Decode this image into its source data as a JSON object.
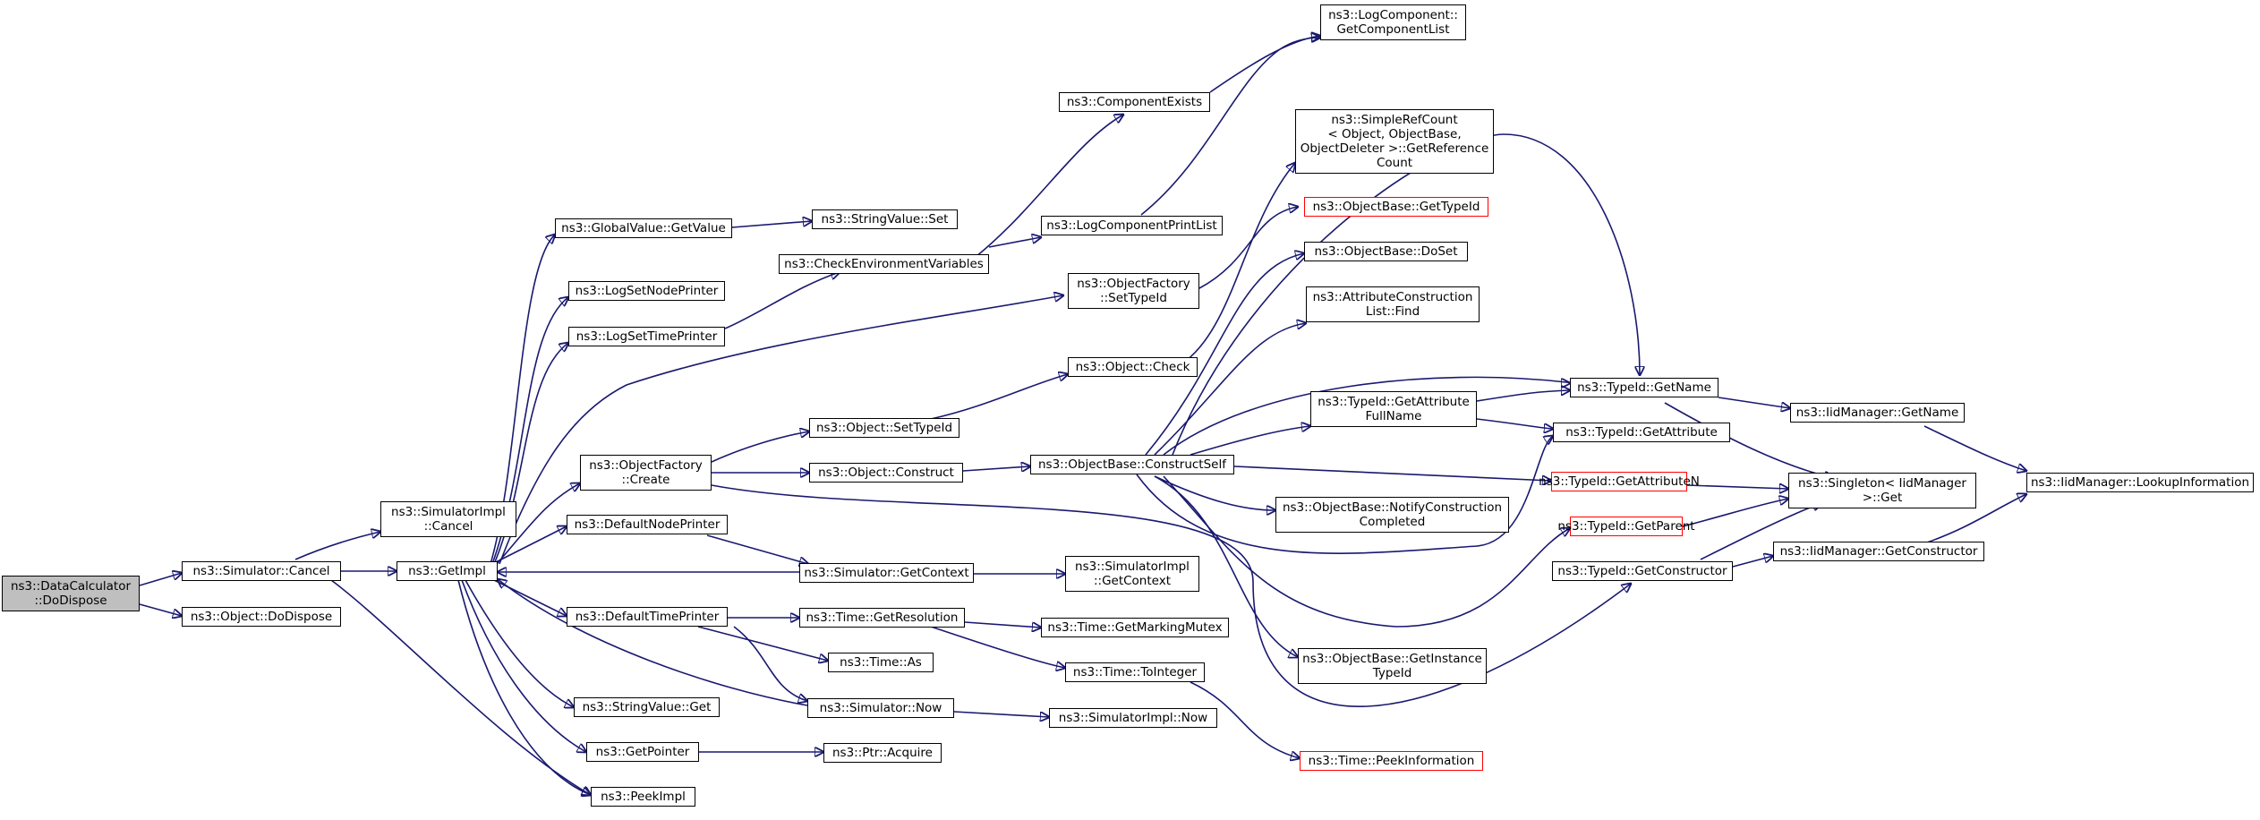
{
  "colors": {
    "edge": "#191970",
    "border": "#000000",
    "truncated_border": "#ff0000",
    "root_fill": "#bfbfbf"
  },
  "nodes": {
    "datacalc": {
      "label": "ns3::DataCalculator\n::DoDispose",
      "root": true
    },
    "simcancel": {
      "label": "ns3::Simulator::Cancel"
    },
    "objdodispose": {
      "label": "ns3::Object::DoDispose"
    },
    "simimplcancel": {
      "label": "ns3::SimulatorImpl\n::Cancel"
    },
    "getimpl": {
      "label": "ns3::GetImpl"
    },
    "gvgetvalue": {
      "label": "ns3::GlobalValue::GetValue"
    },
    "logsetnode": {
      "label": "ns3::LogSetNodePrinter"
    },
    "logsettime": {
      "label": "ns3::LogSetTimePrinter"
    },
    "ofcreate": {
      "label": "ns3::ObjectFactory\n::Create"
    },
    "defnode": {
      "label": "ns3::DefaultNodePrinter"
    },
    "deftime": {
      "label": "ns3::DefaultTimePrinter"
    },
    "strget": {
      "label": "ns3::StringValue::Get"
    },
    "getpointer": {
      "label": "ns3::GetPointer"
    },
    "peekimpl": {
      "label": "ns3::PeekImpl"
    },
    "strset": {
      "label": "ns3::StringValue::Set"
    },
    "checkenv": {
      "label": "ns3::CheckEnvironmentVariables"
    },
    "objsettypeid": {
      "label": "ns3::Object::SetTypeId"
    },
    "objconstruct": {
      "label": "ns3::Object::Construct"
    },
    "simgetcontext": {
      "label": "ns3::Simulator::GetContext"
    },
    "timegetres": {
      "label": "ns3::Time::GetResolution"
    },
    "timeas": {
      "label": "ns3::Time::As"
    },
    "simnow": {
      "label": "ns3::Simulator::Now"
    },
    "ptracquire": {
      "label": "ns3::Ptr::Acquire"
    },
    "compexists": {
      "label": "ns3::ComponentExists"
    },
    "logcompprint": {
      "label": "ns3::LogComponentPrintList"
    },
    "ofsettypeid": {
      "label": "ns3::ObjectFactory\n::SetTypeId"
    },
    "objcheck": {
      "label": "ns3::Object::Check"
    },
    "obconstructself": {
      "label": "ns3::ObjectBase::ConstructSelf"
    },
    "simimplgetctx": {
      "label": "ns3::SimulatorImpl\n::GetContext"
    },
    "timemutex": {
      "label": "ns3::Time::GetMarkingMutex"
    },
    "timetoint": {
      "label": "ns3::Time::ToInteger"
    },
    "simimplnow": {
      "label": "ns3::SimulatorImpl::Now"
    },
    "logcompget": {
      "label": "ns3::LogComponent::\nGetComponentList"
    },
    "simplerefcount": {
      "label": "ns3::SimpleRefCount\n< Object, ObjectBase,\nObjectDeleter >::GetReference\nCount"
    },
    "obgettypeid": {
      "label": "ns3::ObjectBase::GetTypeId",
      "truncated": true
    },
    "obdoset": {
      "label": "ns3::ObjectBase::DoSet"
    },
    "attrconstrfind": {
      "label": "ns3::AttributeConstruction\nList::Find"
    },
    "tidgetattrfull": {
      "label": "ns3::TypeId::GetAttribute\nFullName"
    },
    "obnotify": {
      "label": "ns3::ObjectBase::NotifyConstruction\nCompleted"
    },
    "obgetinstance": {
      "label": "ns3::ObjectBase::GetInstance\nTypeId"
    },
    "timepeek": {
      "label": "ns3::Time::PeekInformation",
      "truncated": true
    },
    "tidgetname": {
      "label": "ns3::TypeId::GetName"
    },
    "tidgetattr": {
      "label": "ns3::TypeId::GetAttribute"
    },
    "tidgetattrn": {
      "label": "ns3::TypeId::GetAttributeN",
      "truncated": true
    },
    "tidgetparent": {
      "label": "ns3::TypeId::GetParent",
      "truncated": true
    },
    "tidgetctor": {
      "label": "ns3::TypeId::GetConstructor"
    },
    "iidgetname": {
      "label": "ns3::IidManager::GetName"
    },
    "singleton": {
      "label": "ns3::Singleton< IidManager\n>::Get"
    },
    "iidgetctor": {
      "label": "ns3::IidManager::GetConstructor"
    },
    "iidlookup": {
      "label": "ns3::IidManager::LookupInformation"
    }
  }
}
